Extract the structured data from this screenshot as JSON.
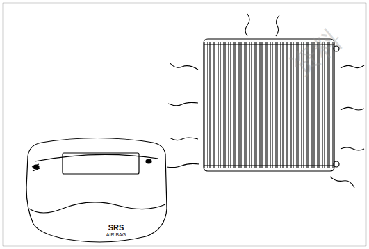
{
  "diagram": {
    "labels": [
      "SRS",
      "AIR BAG",
      "资料"
    ]
  }
}
